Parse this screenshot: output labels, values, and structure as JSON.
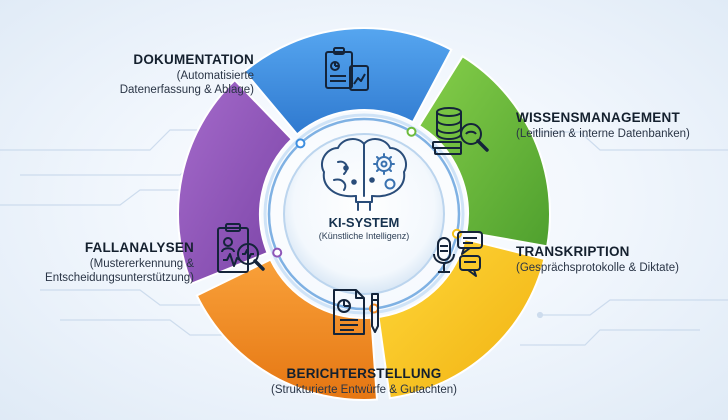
{
  "center": {
    "title": "KI-SYSTEM",
    "subtitle": "(Künstliche Intelligenz)"
  },
  "segments": [
    {
      "id": "dokumentation",
      "title": "DOKUMENTATION",
      "subtitle_lines": [
        "(Automatisierte",
        "Datenerfassung & Ablage)"
      ],
      "color": "#3f8fe0",
      "icon": "clipboard-chart-icon"
    },
    {
      "id": "wissensmanagement",
      "title": "WISSENSMANAGEMENT",
      "subtitle_lines": [
        "(Leitlinien & interne Datenbanken)"
      ],
      "color": "#6cbb3c",
      "icon": "database-search-icon"
    },
    {
      "id": "transkription",
      "title": "TRANSKRIPTION",
      "subtitle_lines": [
        "(Gesprächsprotokolle & Diktate)"
      ],
      "color": "#f5c21b",
      "icon": "microphone-chat-icon"
    },
    {
      "id": "berichterstellung",
      "title": "BERICHTERSTELLUNG",
      "subtitle_lines": [
        "(Strukturierte Entwürfe & Gutachten)"
      ],
      "color": "#f08a24",
      "icon": "report-pen-icon"
    },
    {
      "id": "fallanalysen",
      "title": "FALLANALYSEN",
      "subtitle_lines": [
        "(Mustererkennung &",
        "Entscheidungsunterstützung)"
      ],
      "color": "#8e57b8",
      "icon": "clipboard-magnifier-icon"
    }
  ],
  "icons": {
    "center": "brain-gear-icon"
  }
}
